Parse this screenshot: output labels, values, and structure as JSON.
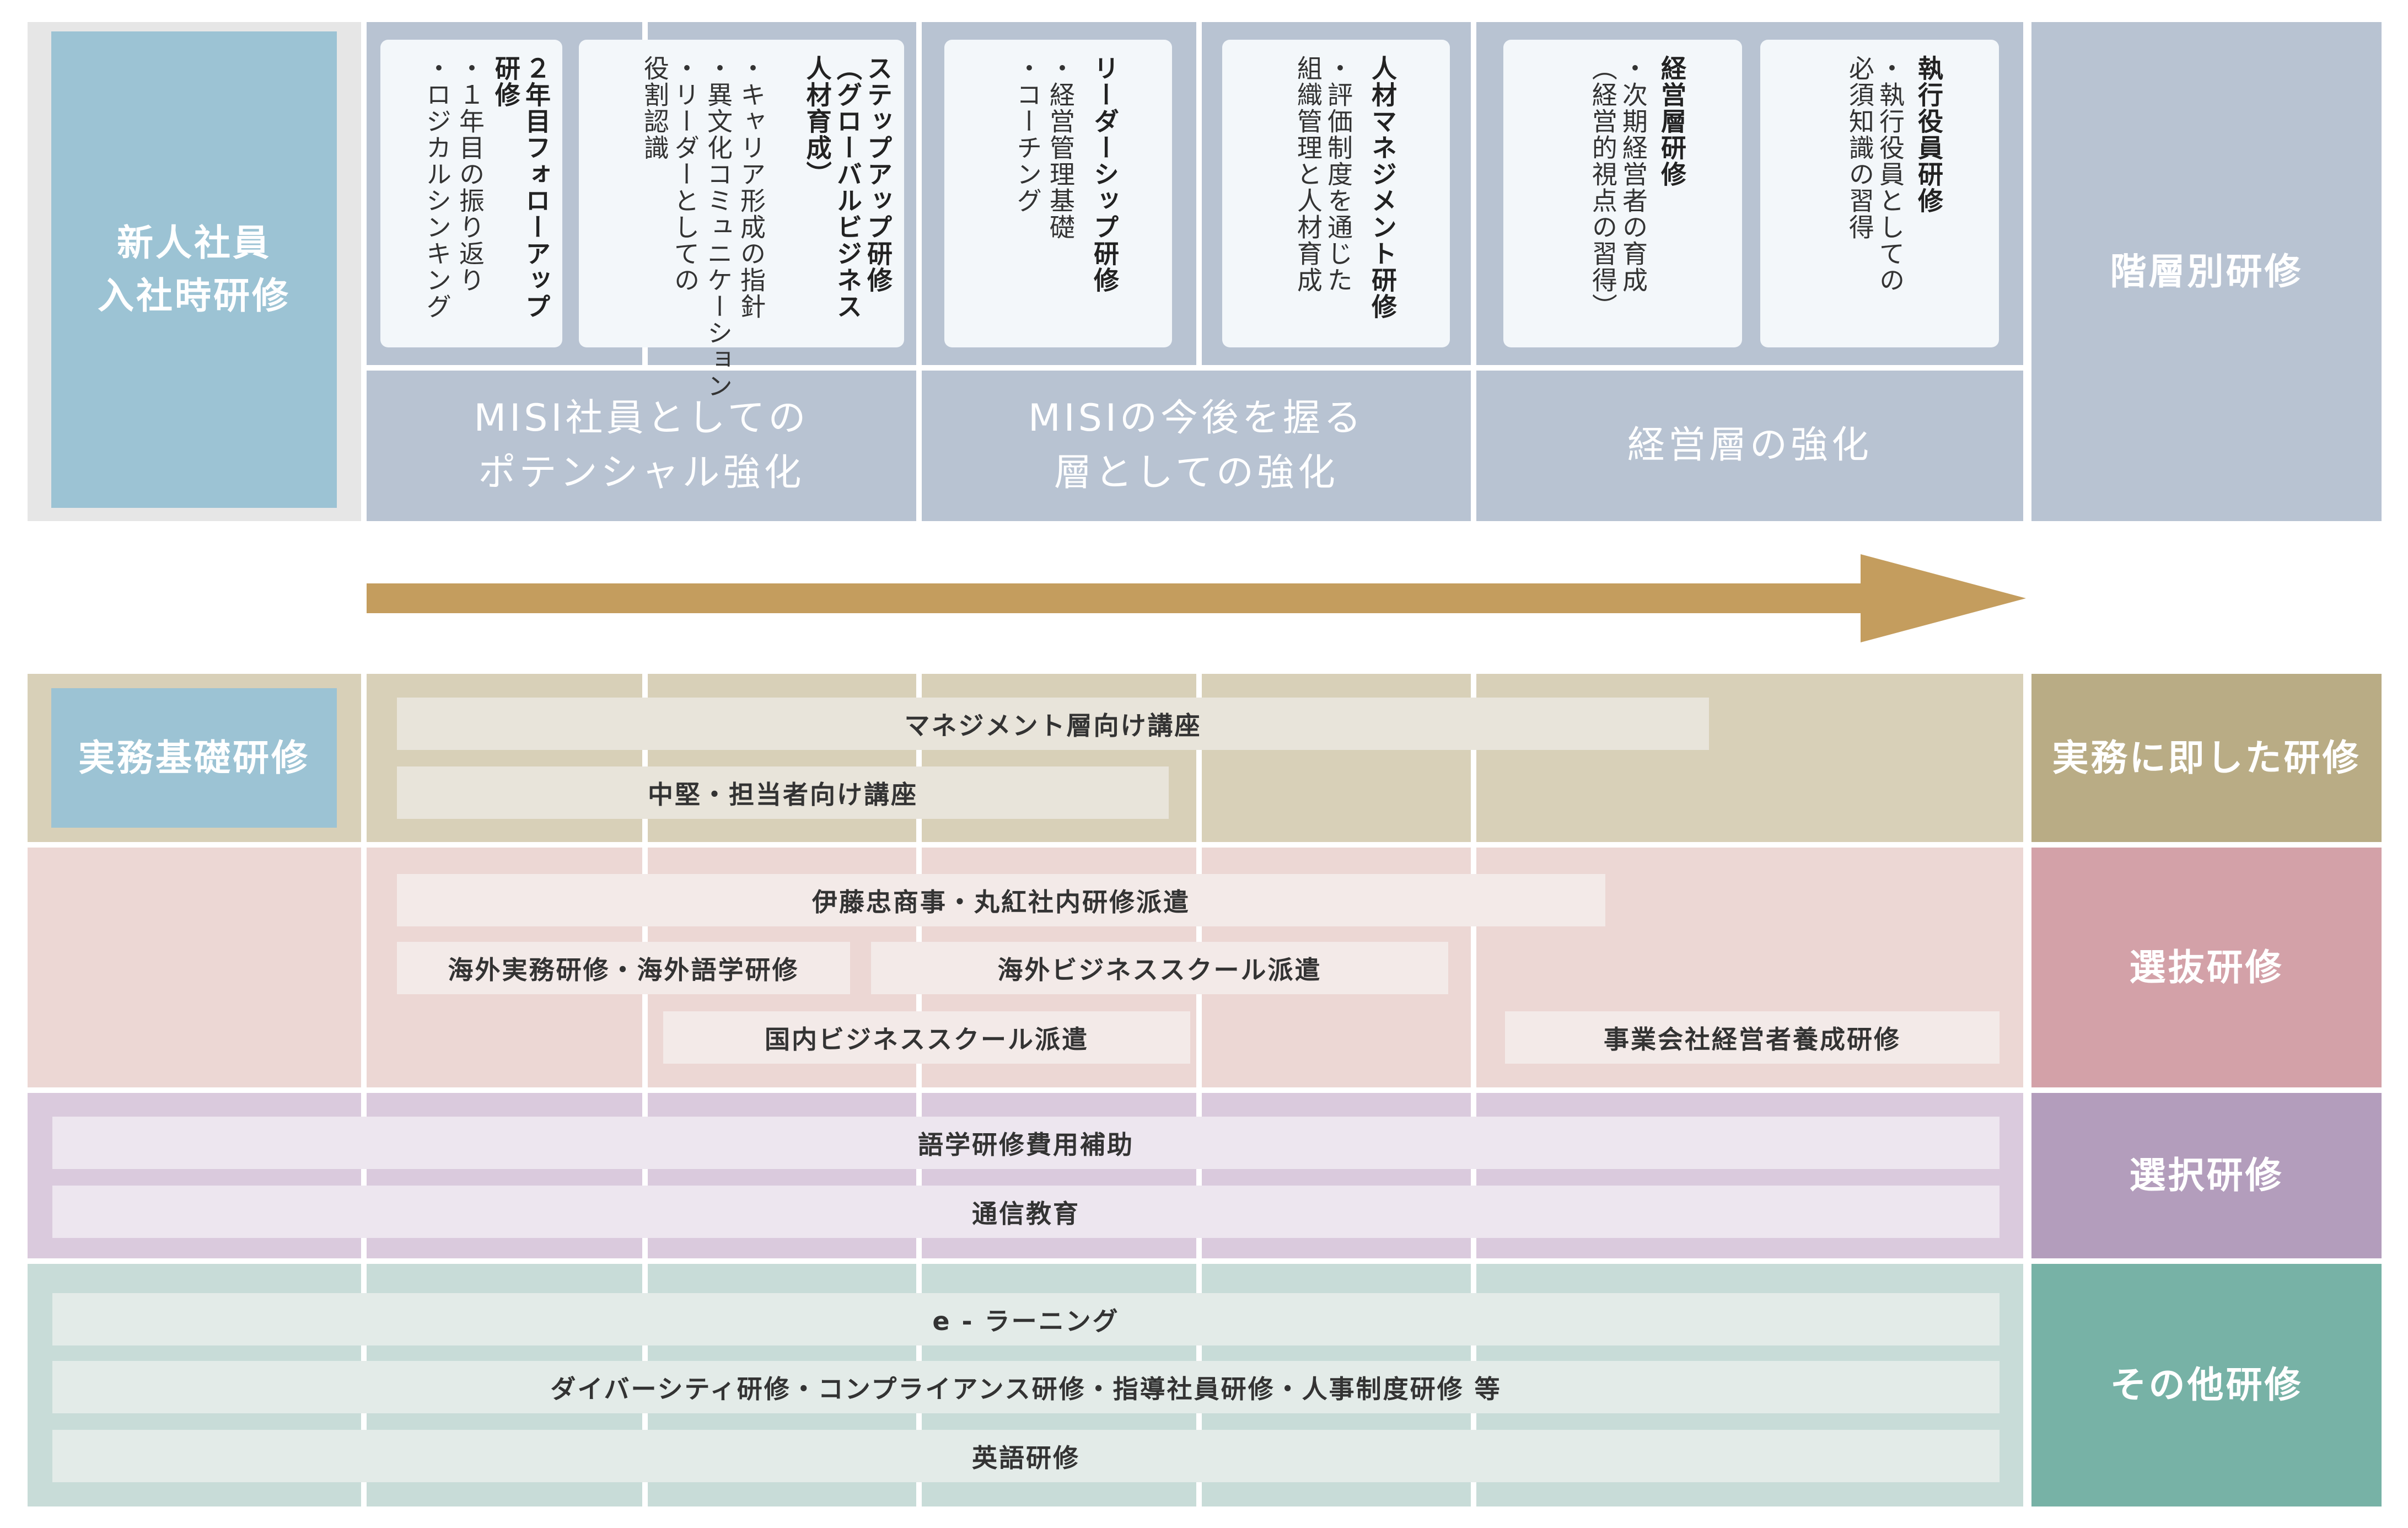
{
  "colors": {
    "newhire_bg": "#e6e6e6",
    "newhire_box": "#9cc3d4",
    "layer_bg": "#b8c3d2",
    "layer_label": "#b8c3d2",
    "arrow": "#c49d5e",
    "practical_bg": "#d8d0b8",
    "practical_label": "#b9ac85",
    "selection_bg": "#ecd7d4",
    "selection_label": "#d3a1a8",
    "elective_bg": "#dacadd",
    "elective_label": "#b39dbc",
    "other_bg": "#c8dcd8",
    "other_label": "#77b2a6"
  },
  "top": {
    "new_hire": "新人社員\n入社時研修",
    "category": "階層別研修",
    "cards": [
      {
        "title": "２年目フォローアップ\n研修",
        "items": [
          "・１年目の振り返り",
          "・ロジカルシンキング"
        ]
      },
      {
        "title": "ステップアップ研修\n（グローバルビジネス\n人材育成）",
        "items": [
          "・キャリア形成の指針",
          "・異文化コミュニケーション",
          "・リーダーとしての\n役割認識"
        ]
      },
      {
        "title": "リーダーシップ研修",
        "items": [
          "・経営管理基礎",
          "・コーチング"
        ]
      },
      {
        "title": "人材マネジメント研修",
        "items": [
          "・評価制度を通じた\n組織管理と人材育成"
        ]
      },
      {
        "title": "経営層研修",
        "items": [
          "・次期経営者の育成\n（経営的視点の習得）"
        ]
      },
      {
        "title": "執行役員研修",
        "items": [
          "・執行役員としての\n必須知識の習得"
        ]
      }
    ],
    "themes": [
      "MISI社員としての\nポテンシャル強化",
      "MISIの今後を握る\n層としての強化",
      "経営層の強化"
    ]
  },
  "practical": {
    "left_label": "実務基礎研修",
    "category": "実務に即した研修",
    "bars": [
      "マネジメント層向け講座",
      "中堅・担当者向け講座"
    ]
  },
  "selection": {
    "category": "選抜研修",
    "bars": [
      "伊藤忠商事・丸紅社内研修派遣",
      "海外実務研修・海外語学研修",
      "海外ビジネススクール派遣",
      "国内ビジネススクール派遣",
      "事業会社経営者養成研修"
    ]
  },
  "elective": {
    "category": "選択研修",
    "bars": [
      "語学研修費用補助",
      "通信教育"
    ]
  },
  "other": {
    "category": "その他研修",
    "bars": [
      "e - ラーニング",
      "ダイバーシティ研修・コンプライアンス研修・指導社員研修・人事制度研修 等",
      "英語研修"
    ]
  }
}
